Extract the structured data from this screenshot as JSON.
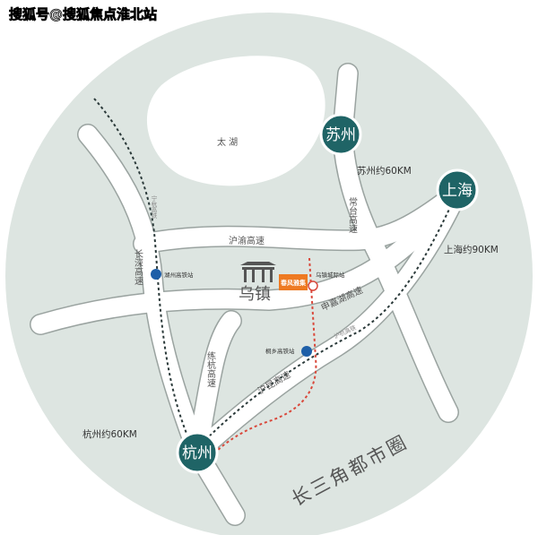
{
  "watermark": "搜狐号@搜狐焦点淮北站",
  "colors": {
    "circle_bg": "#dde5e1",
    "city_marker": "#1f6466",
    "highlight": "#ee7a22",
    "metro_line": "#d9483b"
  },
  "lake": {
    "label": "太  湖"
  },
  "cities": [
    {
      "name": "苏州",
      "distance": "苏州约60KM"
    },
    {
      "name": "上海",
      "distance": "上海约90KM"
    },
    {
      "name": "杭州",
      "distance": "杭州约60KM"
    }
  ],
  "roads": {
    "huyu": "沪渝高速",
    "shenjiahu": "申嘉湖高速",
    "changtai": "常台高速",
    "changshen": "长深高速",
    "lianhang": "练杭高速",
    "hukun": "沪昆高速"
  },
  "rails": {
    "ninghang": "宁杭高铁",
    "huhang": "沪杭高铁"
  },
  "stations": {
    "huzhou": "湖州高铁站",
    "tongxiang": "桐乡高铁站",
    "wuzhen_intercity": "乌镇城际站"
  },
  "town": {
    "name": "乌镇",
    "icon": "archway-icon"
  },
  "project": {
    "label": "春风雅集"
  },
  "region_title": "长三角都市圈"
}
